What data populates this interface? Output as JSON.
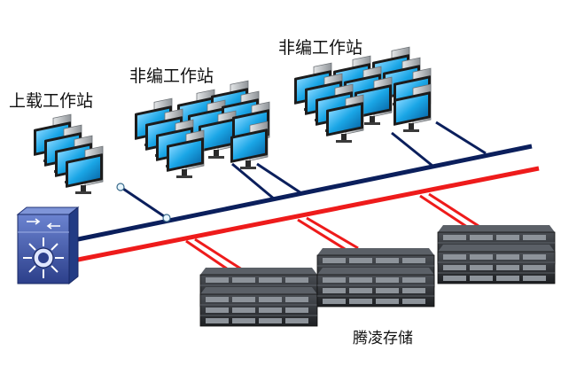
{
  "labels": {
    "upload_group": "上载工作站",
    "edit_group_1": "非编工作站",
    "edit_group_2": "非编工作站",
    "storage": "腾凌存储"
  },
  "colors": {
    "network_blue": "#0b1f5c",
    "network_red": "#ee1b1b",
    "switch_blue": "#4a63b5",
    "monitor_screen": "#1aa6e6",
    "monitor_frame": "#1c1c1c",
    "tower_grey": "#bfc3c7",
    "storage_body": "#2a2d31"
  },
  "icons": {
    "switch": "network-switch-icon",
    "workstation": "workstation-icon",
    "storage": "disk-array-icon"
  }
}
